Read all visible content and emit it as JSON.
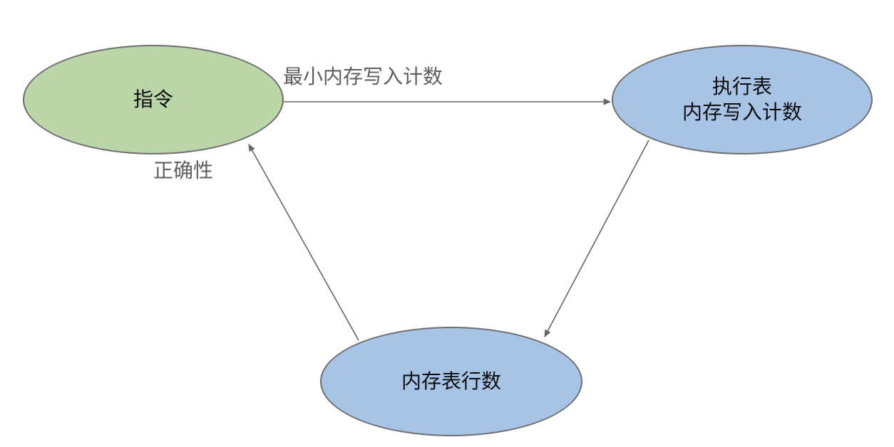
{
  "diagram": {
    "background": "#ffffff",
    "nodes": [
      {
        "id": "instructions",
        "label": "指令",
        "fill": "#bad5a8",
        "shape": "ellipse"
      },
      {
        "id": "execution-table-memory-write-count",
        "label": "执行表\n内存写入计数",
        "fill": "#a7c3e5",
        "shape": "ellipse"
      },
      {
        "id": "memory-table-row-count",
        "label": "内存表行数",
        "fill": "#a7c3e5",
        "shape": "ellipse"
      }
    ],
    "edges": [
      {
        "from": "instructions",
        "to": "execution-table-memory-write-count",
        "label": "最小内存写入计数",
        "direction": "right"
      },
      {
        "from": "execution-table-memory-write-count",
        "to": "memory-table-row-count",
        "label": "",
        "direction": "down-left"
      },
      {
        "from": "memory-table-row-count",
        "to": "instructions",
        "label": "正确性",
        "direction": "up-left"
      }
    ],
    "colors": {
      "node_stroke": "#6e6e6e",
      "edge_stroke": "#666666",
      "edge_label_text": "#5f5f5f",
      "node_text": "#0d0d0d"
    }
  }
}
